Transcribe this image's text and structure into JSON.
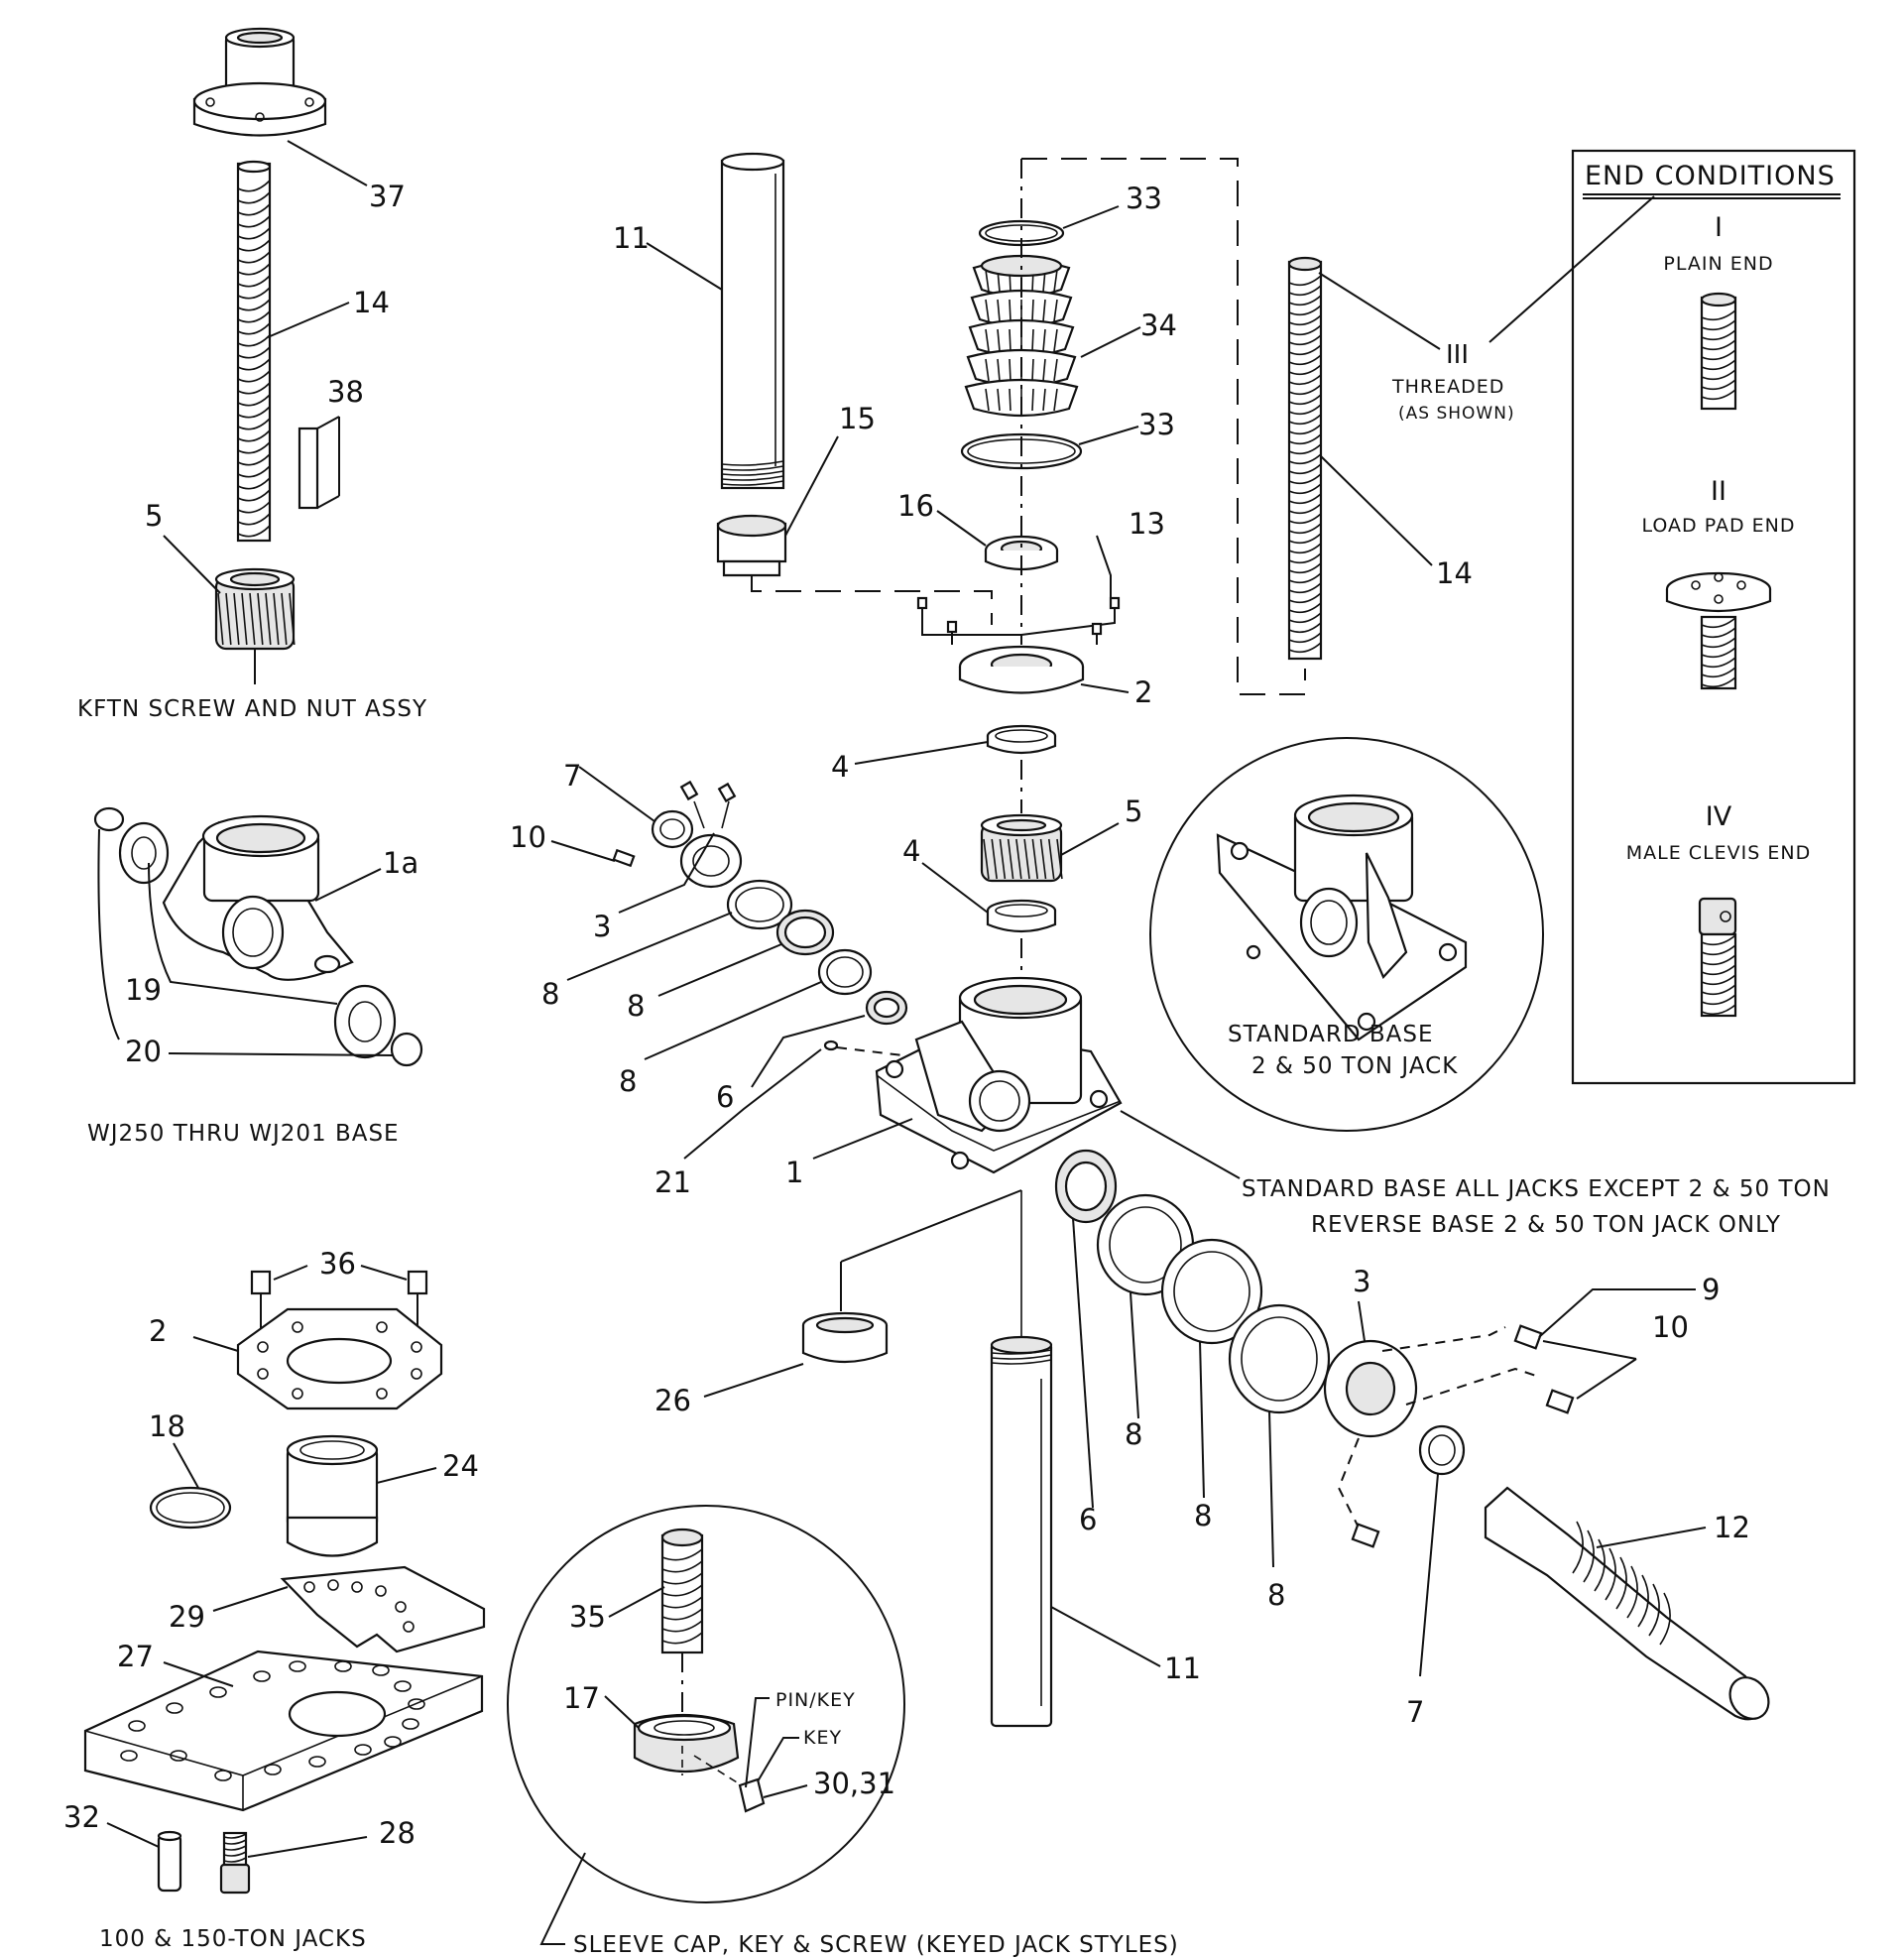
{
  "callouts": {
    "n37": "37",
    "n14a": "14",
    "n38": "38",
    "n5a": "5",
    "n11a": "11",
    "n15": "15",
    "n33a": "33",
    "n34": "34",
    "n33b": "33",
    "n16": "16",
    "n13": "13",
    "n2a": "2",
    "n4a": "4",
    "n5b": "5",
    "n4b": "4",
    "n14b": "14",
    "n7a": "7",
    "n10a": "10",
    "n3a": "3",
    "n8a": "8",
    "n8b": "8",
    "n8c": "8",
    "n6a": "6",
    "n21": "21",
    "n1": "1",
    "n1a": "1a",
    "n19": "19",
    "n20": "20",
    "n36": "36",
    "n2b": "2",
    "n18": "18",
    "n24": "24",
    "n29": "29",
    "n27": "27",
    "n32": "32",
    "n28": "28",
    "n26": "26",
    "n11b": "11",
    "n6b": "6",
    "n8d": "8",
    "n8e": "8",
    "n8f": "8",
    "n3b": "3",
    "n9": "9",
    "n10b": "10",
    "n7b": "7",
    "n12": "12",
    "n35": "35",
    "n17": "17",
    "n3031": "30,31"
  },
  "captions": {
    "kftn": "KFTN SCREW AND NUT ASSY",
    "wj250": "WJ250 THRU WJ201 BASE",
    "jacks100": "100 & 150-TON JACKS",
    "sleeve": "SLEEVE CAP, KEY & SCREW  (KEYED JACK STYLES)",
    "pinkey": "PIN/KEY",
    "key": "KEY",
    "std_base_all": "STANDARD BASE ALL JACKS EXCEPT 2 & 50 TON",
    "rev_base": "REVERSE BASE 2  & 50 TON JACK ONLY",
    "std_base": "STANDARD BASE",
    "std_base_sub": "2 & 50 TON JACK",
    "threaded_num": "III",
    "threaded": "THREADED",
    "threaded_sub": "(AS SHOWN)"
  },
  "end_conditions": {
    "title": "END CONDITIONS",
    "items": [
      {
        "numeral": "I",
        "label": "PLAIN END"
      },
      {
        "numeral": "II",
        "label": "LOAD PAD END"
      },
      {
        "numeral": "IV",
        "label": "MALE CLEVIS END"
      }
    ]
  }
}
